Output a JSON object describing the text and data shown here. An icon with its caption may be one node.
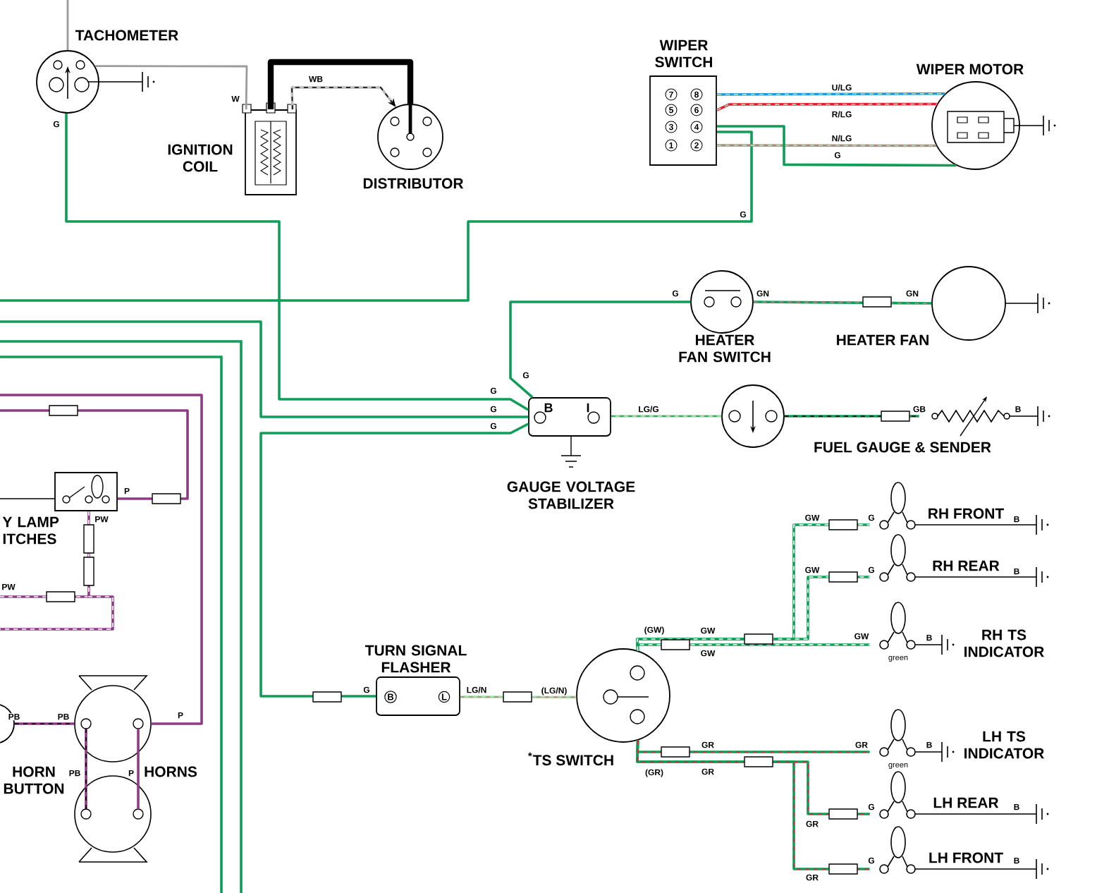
{
  "diagram": {
    "nodes": [
      {
        "text": [
          "TACHOMETER"
        ]
      },
      {
        "text": [
          "IGNITION COIL"
        ]
      },
      {
        "text": [
          "DISTRIBUTOR"
        ]
      },
      {
        "text": [
          "WIPER SWITCH"
        ]
      },
      {
        "text": [
          "WIPER MOTOR"
        ]
      },
      {
        "text": [
          "HEATER FAN SWITCH"
        ]
      },
      {
        "text": [
          "HEATER FAN"
        ]
      },
      {
        "text": [
          "B",
          "I",
          "GAUGE VOLTAGE STABILIZER"
        ]
      },
      {
        "text": [
          "FUEL GAUGE & SENDER"
        ]
      },
      {
        "text": [],
        "shape": "resistor",
        "beside": [
          "B"
        ]
      },
      {
        "text": [
          "RH FRONT"
        ]
      },
      {
        "text": [
          "RH REAR"
        ]
      },
      {
        "text": [
          "RH TS INDICATOR"
        ],
        "beside": [
          "green"
        ]
      },
      {
        "text": [
          "LH TS INDICATOR"
        ],
        "beside": [
          "green"
        ]
      },
      {
        "text": [
          "LH REAR"
        ]
      },
      {
        "text": [
          "LH FRONT"
        ]
      },
      {
        "text": [
          "$^{*}$TS SWITCH"
        ]
      },
      {
        "text": [
          "TURN SIGNAL FLASHER",
          "B",
          "L"
        ]
      },
      {
        "text": [
          "Y LAMP ITCHES"
        ]
      },
      {
        "text": [
          "HORN BUTTON"
        ]
      },
      {
        "text": [
          "HORNS"
        ]
      }
    ],
    "edges": [
      {
        "from": 0,
        "to": 7,
        "arrow": "none",
        "label": "G"
      },
      {
        "from": null,
        "to": 7,
        "arrow": "none",
        "label": "G"
      },
      {
        "from": 7,
        "to": 17,
        "arrow": "none",
        "label": "G"
      },
      {
        "from": 7,
        "to": 5,
        "arrow": "none",
        "label": "G"
      },
      {
        "from": 3,
        "to": null,
        "arrow": "none",
        "label": "G"
      },
      {
        "from": 0,
        "to": 1,
        "arrow": "none",
        "label": "W",
        "color": "#9b9b9b"
      },
      {
        "from": 0,
        "to": null,
        "arrow": "none",
        "color": "#9b9b9b"
      },
      {
        "from": 1,
        "to": 2,
        "arrow": "none",
        "style": "thick",
        "color": "#000000"
      },
      {
        "from": 1,
        "to": 2,
        "arrow": "to",
        "label": "WB",
        "color": "#bdbdbd"
      },
      {
        "from": 3,
        "to": 4,
        "arrow": "none",
        "label": "U/LG",
        "color": "#1e9ad6"
      },
      {
        "from": 3,
        "to": 4,
        "arrow": "none",
        "label": "R/LG",
        "color": "#e0202e"
      },
      {
        "from": 3,
        "to": 4,
        "arrow": "none",
        "label": "N/LG",
        "color": "#a38f7a"
      },
      {
        "from": 3,
        "to": 4,
        "arrow": "none",
        "label": "G"
      },
      {
        "from": 5,
        "to": 6,
        "arrow": "none",
        "label": "GN"
      },
      {
        "from": 7,
        "to": 8,
        "arrow": "none",
        "label": "LG/G",
        "color": "#a8d8a8"
      },
      {
        "from": 8,
        "to": 9,
        "arrow": "none",
        "label": "GB"
      },
      {
        "from": 17,
        "to": 16,
        "arrow": "none",
        "label": "LG/N",
        "color": "#a8d8a8"
      },
      {
        "from": 16,
        "to": 10,
        "arrow": "none",
        "label": "GW"
      },
      {
        "from": 16,
        "to": 11,
        "arrow": "none",
        "label": "GW"
      },
      {
        "from": 16,
        "to": 12,
        "arrow": "none",
        "label": "GW"
      },
      {
        "from": 16,
        "to": 13,
        "arrow": "none",
        "label": "GR"
      },
      {
        "from": 16,
        "to": 14,
        "arrow": "none",
        "label": "GR"
      },
      {
        "from": 16,
        "to": 15,
        "arrow": "none",
        "label": "GR"
      },
      {
        "from": null,
        "to": 20,
        "arrow": "none",
        "label": "P",
        "color": "#8e3b86"
      },
      {
        "from": 18,
        "to": null,
        "arrow": "none",
        "label": "P",
        "color": "#8e3b86"
      },
      {
        "from": 18,
        "to": null,
        "arrow": "none",
        "label": "PW",
        "color": "#8e3b86"
      },
      {
        "from": 19,
        "to": 20,
        "arrow": "none",
        "label": "PB",
        "color": "#8e3b86"
      },
      {
        "from": null,
        "to": 18,
        "arrow": "none",
        "color": "#000000"
      }
    ],
    "labels": [
      "7",
      "8",
      "5",
      "6",
      "3",
      "4",
      "1",
      "2",
      "G",
      "GN",
      "G",
      "G",
      "B",
      "G",
      "B",
      "PW",
      "(GW)",
      "GW",
      "B",
      "GW",
      "G",
      "(LG/N)",
      "PB",
      "GR",
      "B",
      "PB",
      "P",
      "(GR)",
      "GR",
      "G",
      "B",
      "G",
      "B"
    ]
  }
}
